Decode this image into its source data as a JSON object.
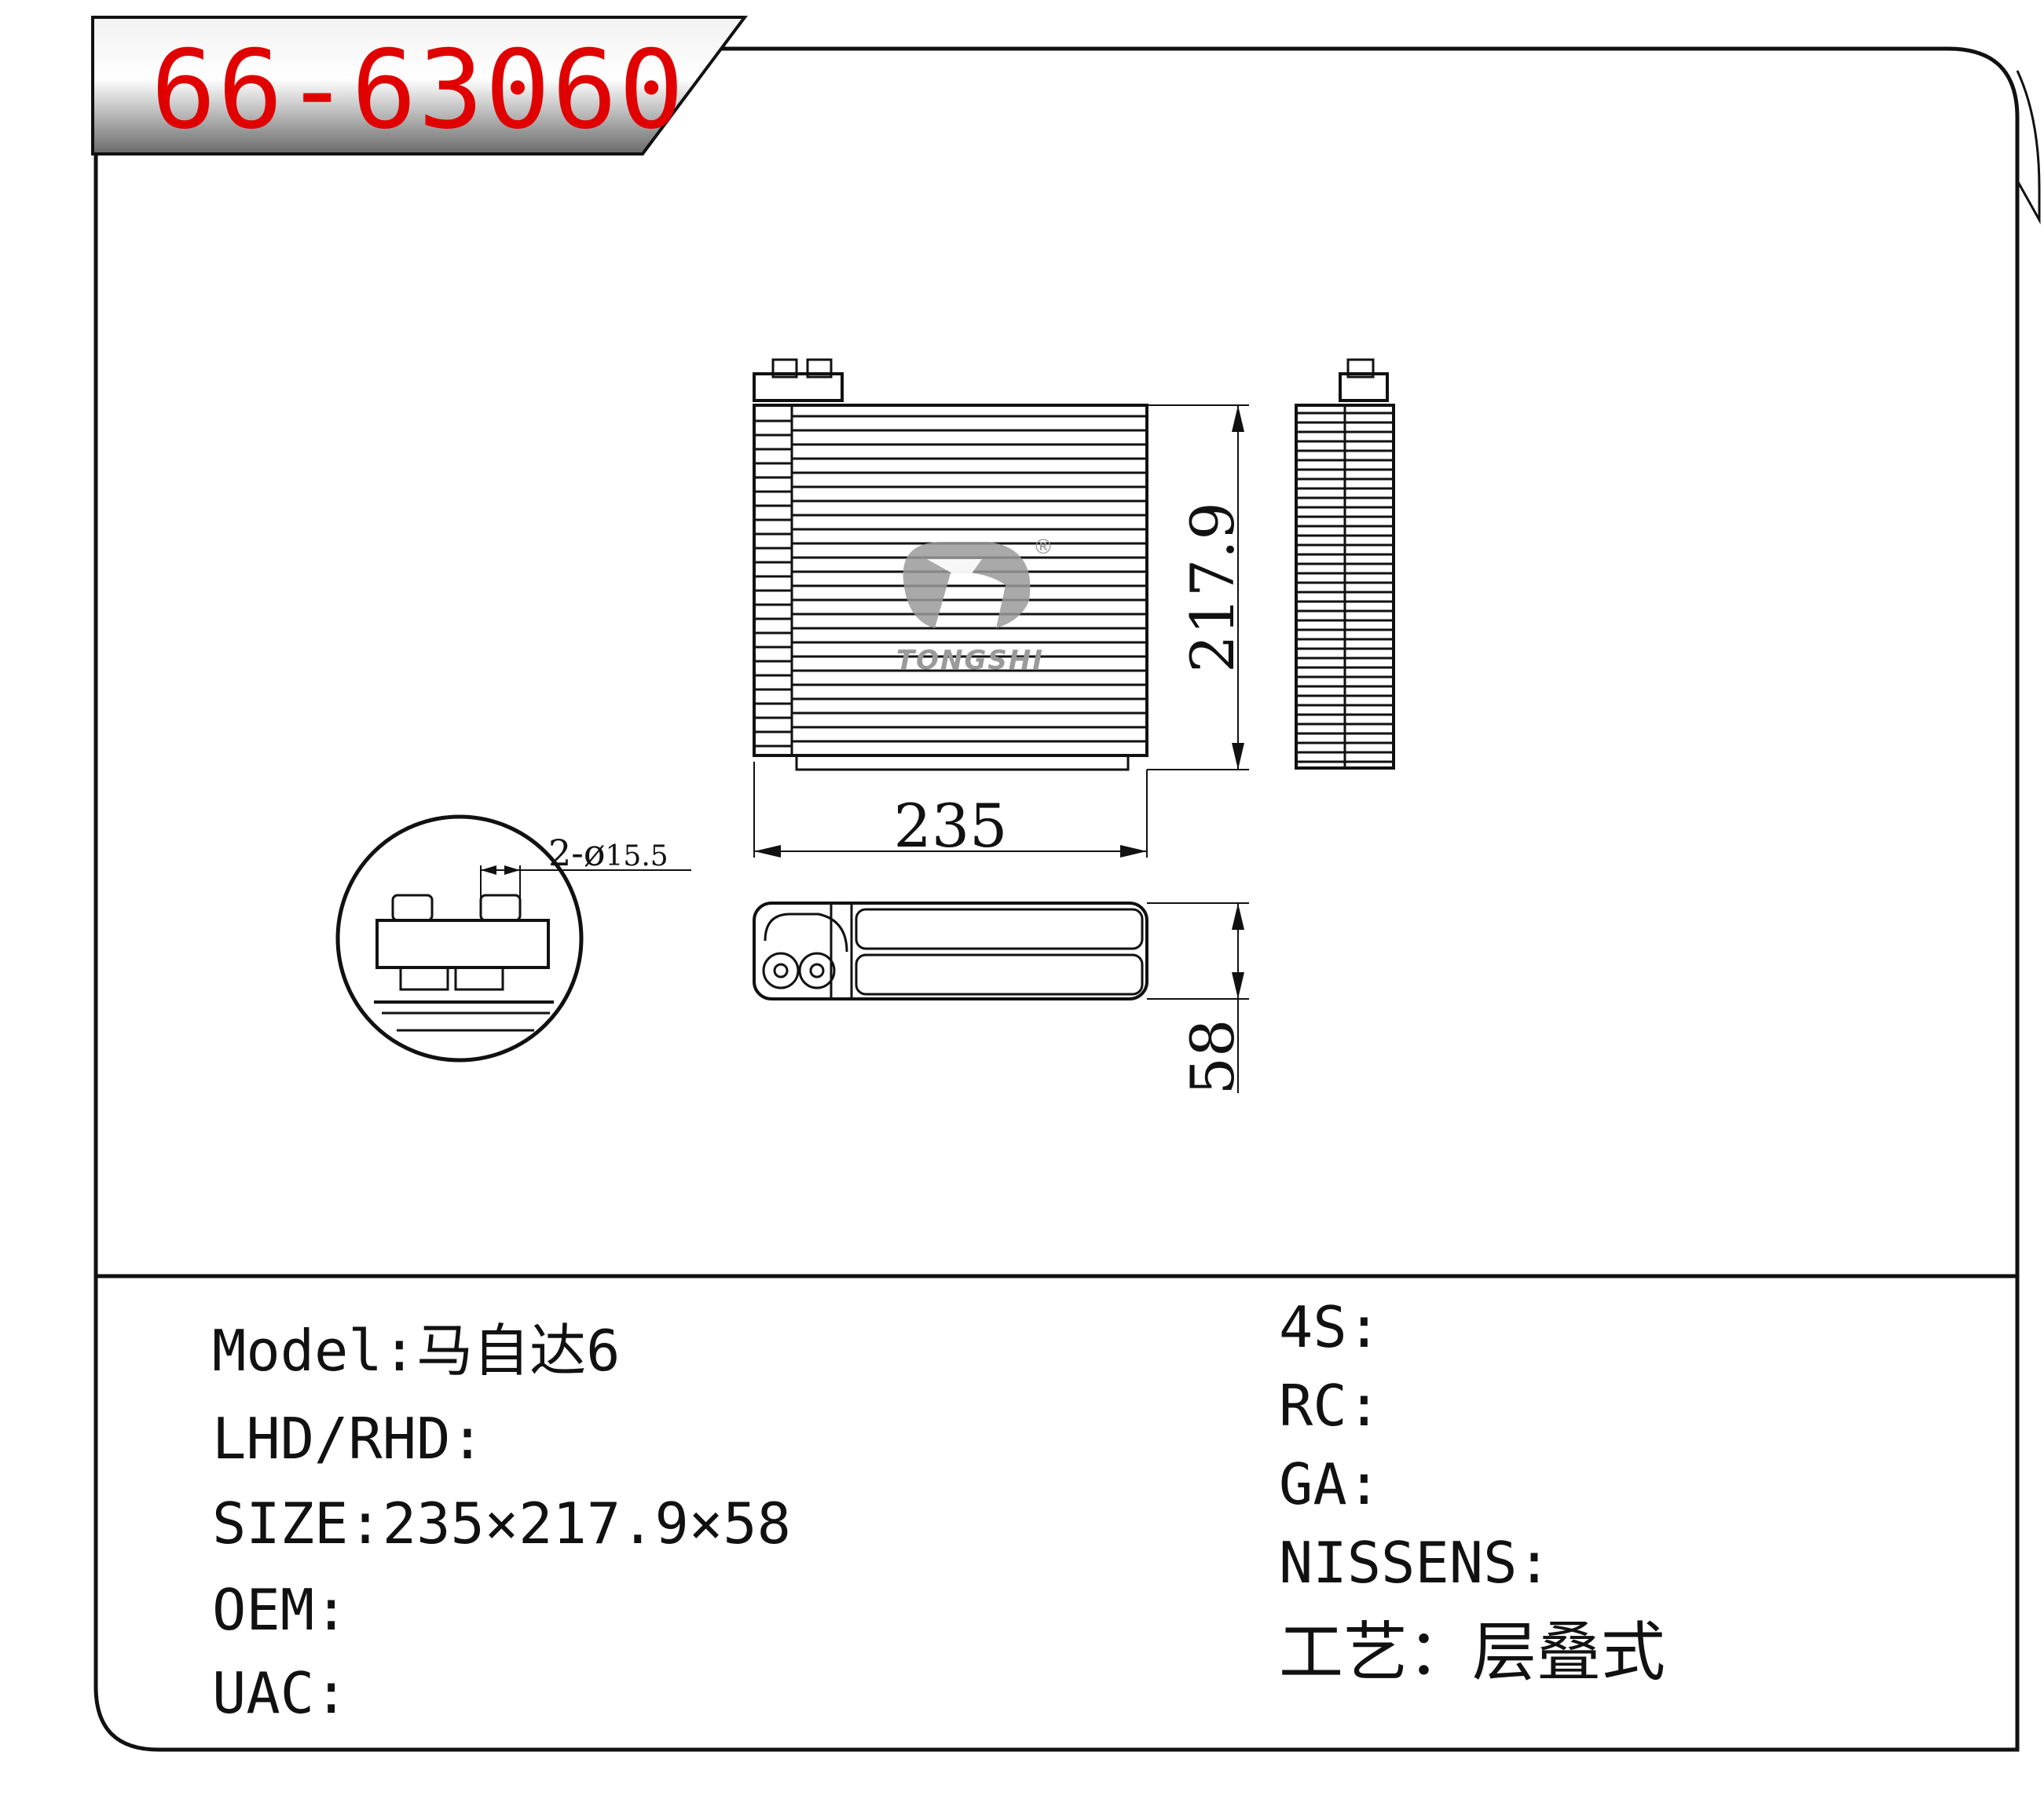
{
  "part_number": "66-63060",
  "dimensions": {
    "width": "235",
    "height": "217.9",
    "depth": "58",
    "pipe_note_prefix": "2-",
    "pipe_note_symbol": "ø",
    "pipe_note_value": "15.5"
  },
  "logo": {
    "text": "TONGSHI",
    "registered": "®"
  },
  "specs_left": [
    {
      "label": "Model:",
      "value": "马自达6"
    },
    {
      "label": "LHD/RHD:",
      "value": ""
    },
    {
      "label": "SIZE:",
      "value": "235×217.9×58"
    },
    {
      "label": "OEM:",
      "value": ""
    },
    {
      "label": "UAC:",
      "value": ""
    }
  ],
  "specs_right": [
    {
      "label": "4S:",
      "value": ""
    },
    {
      "label": "RC:",
      "value": ""
    },
    {
      "label": "GA:",
      "value": ""
    },
    {
      "label": "NISSENS:",
      "value": ""
    },
    {
      "label": "工艺：",
      "value": "层叠式"
    }
  ],
  "colors": {
    "part_number": "#e00000",
    "line": "#111111",
    "logo": "#8a8a8a"
  }
}
